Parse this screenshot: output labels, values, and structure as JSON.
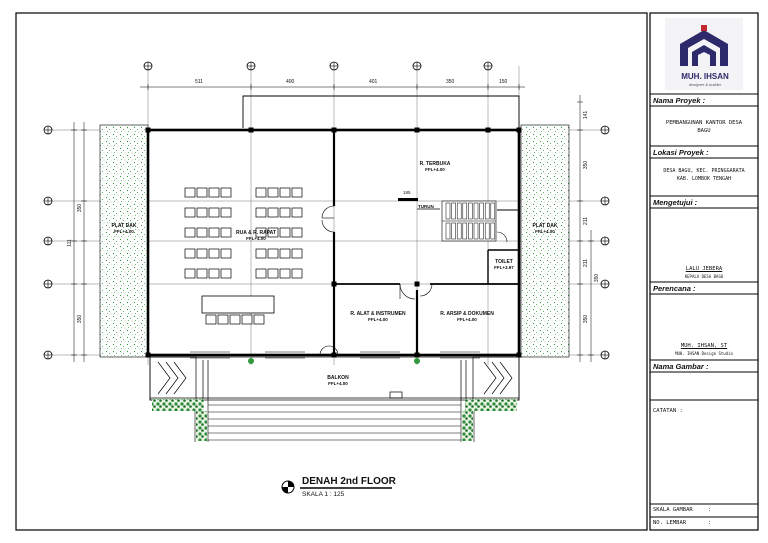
{
  "drawing": {
    "title": "DENAH 2nd FLOOR",
    "scale": "SKALA 1 : 125",
    "dims_top": [
      "511",
      "400",
      "401",
      "350",
      "150"
    ],
    "dims_left": [
      "350",
      "111",
      "350"
    ],
    "dims_right": [
      "141",
      "350",
      "211",
      "211",
      "350"
    ],
    "dims_right_extra": "350",
    "rooms": {
      "ruang_rapat": {
        "name": "RUA & R. RAPAT",
        "elev": "FFL+4.00"
      },
      "terbuka": {
        "name": "R. TERBUKA",
        "elev": "FFL+4.00"
      },
      "alat": {
        "name": "R. ALAT & INSTRUMEN",
        "elev": "FFL+4.00"
      },
      "arsip": {
        "name": "R. ARSIP & DOKUMEN",
        "elev": "FFL+4.00"
      },
      "toilet": {
        "name": "TOILET",
        "elev": "FFL+3.97"
      },
      "balkon": {
        "name": "BALKON",
        "elev": "FFL+4.00"
      },
      "plat_left": {
        "name": "PLAT DAK",
        "elev": "FFL+4.00"
      },
      "plat_right": {
        "name": "PLAT DAK",
        "elev": "FFL+4.00"
      },
      "stair_label": "TURUN",
      "stair_dim": "185"
    }
  },
  "titleblock": {
    "logo_name": "MUH. IHSAN",
    "logo_sub": "designer & builder",
    "proyek_label": "Nama Proyek :",
    "proyek_value": [
      "PEMBANGUNAN KANTOR DESA",
      "BAGU"
    ],
    "lokasi_label": "Lokasi Proyek :",
    "lokasi_value": [
      "DESA BAGU, KEC. PRINGGARATA",
      "KAB. LOMBOK TENGAH"
    ],
    "setuju_label": "Mengetujui :",
    "setuju_name": "LALU JEBERA",
    "setuju_role": "KEPALA DESA BAGU",
    "perencana_label": "Perencana :",
    "perencana_name": "MUH. IHSAN, ST",
    "perencana_role": "MUH. IHSAN Design Studio",
    "gambar_label": "Nama Gambar :",
    "catatan_label": "CATATAN :",
    "skala_label": "SKALA GAMBAR",
    "skala_sep": ":",
    "lembar_label": "NO. LEMBAR",
    "lembar_sep": ":"
  },
  "colors": {
    "line": "#000000",
    "hatch_green": "#2e9a3a",
    "logo_blue": "#2c2a6b",
    "logo_red": "#c0282e"
  }
}
